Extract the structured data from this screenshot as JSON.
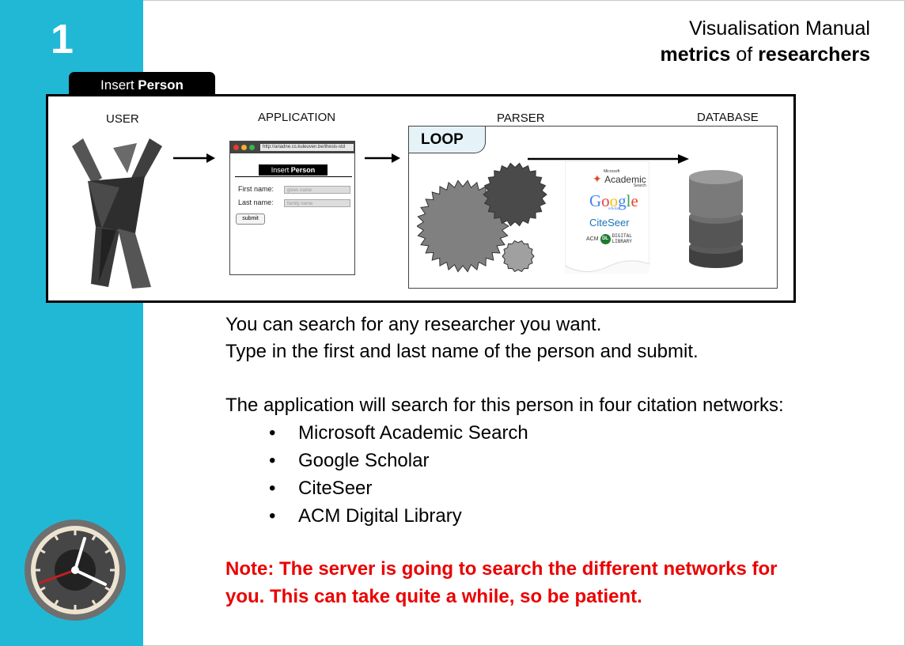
{
  "page_number": "1",
  "header": {
    "line1": "Visualisation Manual",
    "line2_bold_a": "metrics",
    "line2_mid": " of ",
    "line2_bold_b": "researchers"
  },
  "tab": {
    "label_a": "Insert ",
    "label_b": "Person"
  },
  "diagram": {
    "user_label": "USER",
    "application_label": "APPLICATION",
    "parser_label": "PARSER",
    "database_label": "DATABASE",
    "loop_label": "LOOP",
    "browser": {
      "url": "http://ariadne.cs.kuleuven.be/thesis-std",
      "title_a": "Insert ",
      "title_b": "Person",
      "first_name_label": "First name:",
      "first_name_placeholder": "given name",
      "last_name_label": "Last name:",
      "last_name_placeholder": "family name",
      "submit_label": "submit"
    },
    "sources": {
      "academic_small": "Microsoft",
      "academic": "Academic",
      "academic_sub": "Search",
      "google": "Google",
      "google_sub": "scholar",
      "citeseer": "CiteSeer",
      "acm": "ACM",
      "acm_badge": "DL",
      "acm_text1": "DIGITAL",
      "acm_text2": "LIBRARY"
    }
  },
  "body": {
    "line1": "You can search for any researcher you want.",
    "line2": "Type in the first and last name of the person and submit.",
    "line3": "The application will search for this person in four citation networks:",
    "networks": [
      "Microsoft Academic Search",
      "Google Scholar",
      "CiteSeer",
      "ACM Digital Library"
    ],
    "note_line1": "Note:  The server is going to search the different networks for",
    "note_line2": "you. This can take quite a while, so be patient."
  },
  "colors": {
    "sidebar": "#21b8d6",
    "note": "#ea0000"
  },
  "icons": [
    "person-icon",
    "arrow-right-icon",
    "gear-icon",
    "database-icon",
    "clock-icon"
  ]
}
